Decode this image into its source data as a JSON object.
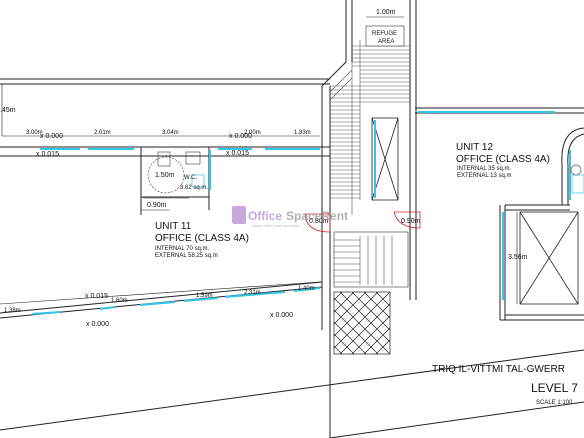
{
  "dimensions": {
    "top_width": "1.00m",
    "left_height": ".45m",
    "seg_a": "3.00m",
    "seg_b": "2.01m",
    "seg_c": "3.04m",
    "seg_d": "2.00m",
    "seg_e": "1.83m",
    "wc_width": "1.50m",
    "door_left": "0.90m",
    "door_mid": "0.80m",
    "door_right": "0.90m",
    "height_right": "3.56m",
    "bottom_a": "1.38m",
    "bottom_b": "1.60m",
    "bottom_c": "1.59m",
    "bottom_d": "2.31m",
    "bottom_e": "1.40m"
  },
  "levels": {
    "upper_left_a": "x 0.000",
    "upper_left_b": "x 0.015",
    "upper_mid": "x 0.000",
    "upper_mid_b": "x 0.015",
    "lower_left_a": "x 0.015",
    "lower_left_b": "x 0.000",
    "lower_right": "x 0.000"
  },
  "labels": {
    "refuge": "REFUGE AREA",
    "wc": "W.C.",
    "wc_area": "3.62 sq.m.",
    "unit11_name": "UNIT 11",
    "unit11_class": "OFFICE (CLASS 4A)",
    "unit11_internal": "INTERNAL 70 sq.m.",
    "unit11_external": "EXTERNAL 58.25 sq.m",
    "unit12_name": "UNIT 12",
    "unit12_class": "OFFICE (CLASS 4A)",
    "unit12_internal": "INTERNAL 35 sq.m.",
    "unit12_external": "EXTERNAL 13 sq.m",
    "street": "TRIQ IL-VITTMI TAL-GWERR",
    "level": "LEVEL 7",
    "scale": "SCALE 1:100"
  },
  "watermark": {
    "text_a": "Office",
    "text_b": "SpaceRent",
    "sub": "Malta's office rental specialists"
  },
  "colors": {
    "glazing": "#33c6e8",
    "door": "#d02020",
    "watermark": "#b98cd3",
    "line": "#222222"
  }
}
